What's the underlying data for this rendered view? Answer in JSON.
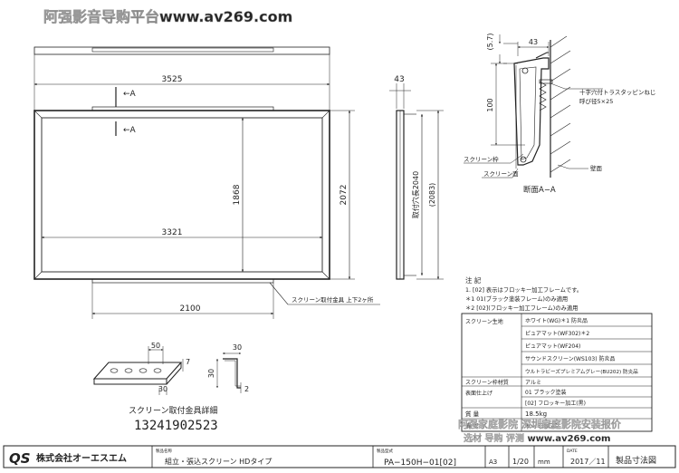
{
  "watermark": {
    "top": "阿强影音导购平台www.av269.com",
    "phone": "13241902523",
    "bottom_a": "阿强家庭影院 深圳家庭影院安装报价",
    "bottom_b": "选材 导购 评测  www.av269.com"
  },
  "front_view": {
    "overall_width": "3525",
    "screen_width": "3321",
    "bracket_spacing": "2100",
    "screen_height": "1868",
    "overall_height": "2072",
    "section_mark_a": "←A",
    "section_mark_b": "←A",
    "bracket_callout": "スクリーン取付金具 上下2ヶ所"
  },
  "side_view": {
    "depth": "43",
    "visible_height": "取付穴長2040",
    "total_height": "(2083)"
  },
  "section_view": {
    "dim_top": "(5.7)",
    "dim_depth": "43",
    "dim_height": "100",
    "screw_note_1": "十字穴付トラスタッピンねじ",
    "screw_note_2": "呼び径5×25",
    "label_frame": "スクリーン枠",
    "label_surface": "スクリーン面",
    "label_wall": "壁面",
    "caption": "断面A−A"
  },
  "bracket_detail": {
    "dim_50": "50",
    "dim_30a": "30",
    "dim_7": "7",
    "dim_30b": "30",
    "dim_30c": "30",
    "dim_2": "2",
    "caption": "スクリーン取付金具詳細"
  },
  "notes": {
    "heading": "注 記",
    "line1": "1. [02] 表示はフロッキー加工フレームです。",
    "line2": "＊1  01(ブラック塗装フレーム)のみ適用",
    "line3": "＊2  [02](フロッキー加工フレーム)のみ適用"
  },
  "spec_table": {
    "rows": [
      {
        "label": "スクリーン生地",
        "value": "ホワイト(WG)＊1   防炎品"
      },
      {
        "label": "",
        "value": "ピュアマット(WF302)＊2"
      },
      {
        "label": "",
        "value": "ピュアマット(WF204)"
      },
      {
        "label": "",
        "value": "サウンドスクリーン(WS103)  防炎品"
      },
      {
        "label": "",
        "value": "ウルトラビーズプレミアムグレー(BU202)  防炎品"
      },
      {
        "label": "スクリーン枠材質",
        "value": "アルミ"
      },
      {
        "label": "表面仕上げ",
        "value": "01 ブラック塗装"
      },
      {
        "label": "",
        "value": "[02] フロッキー加工(黒)"
      },
      {
        "label": "質      量",
        "value": "18.5kg"
      },
      {
        "label": "備      考",
        "value": "RoHS対応品"
      }
    ]
  },
  "title_block": {
    "logo": "QS",
    "company": "株式会社オーエスエム",
    "name_label": "製品名称",
    "product_name": "組立・張込スクリーン  HDタイプ",
    "model_label": "製品型式",
    "model": "PA−150H−01[02]",
    "size_label": "A3",
    "scale": "1/20",
    "unit_label": "mm",
    "date_label": "DATE",
    "date": "2017／11",
    "title": "製品寸法図"
  },
  "colors": {
    "line": "#222222",
    "watermark": "#cfcfcf",
    "phone": "#1a1a1a"
  }
}
